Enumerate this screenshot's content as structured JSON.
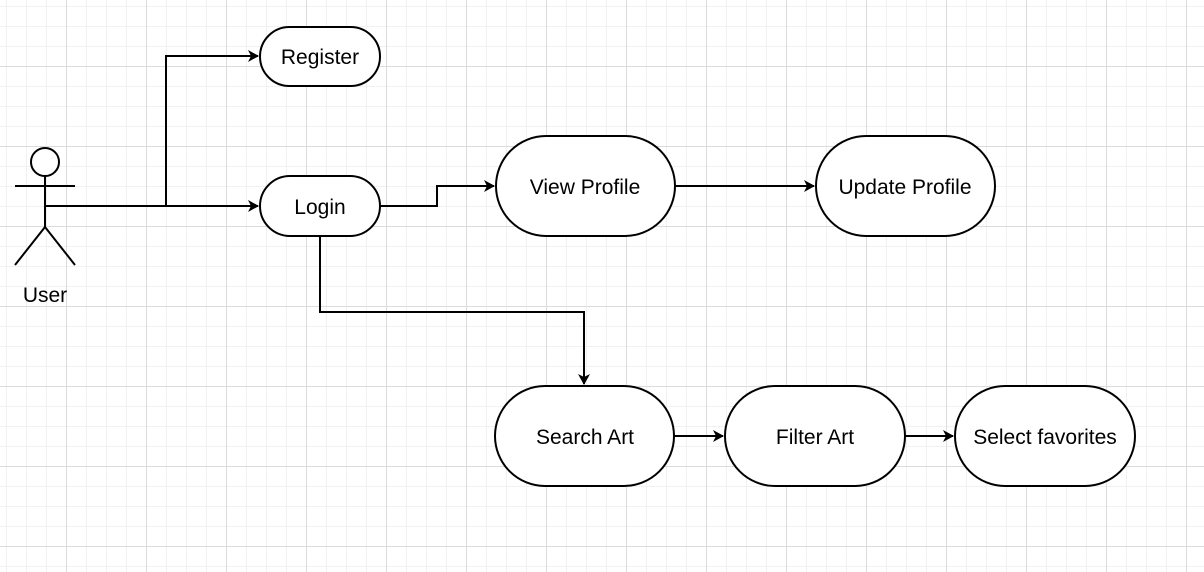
{
  "actor": {
    "label": "User"
  },
  "nodes": {
    "register": "Register",
    "login": "Login",
    "view_profile": "View Profile",
    "update_profile": "Update Profile",
    "search_art": "Search Art",
    "filter_art": "Filter Art",
    "select_favorites": "Select favorites"
  },
  "colors": {
    "stroke": "#000000",
    "fill": "#ffffff",
    "grid": "#dcdcdc"
  }
}
